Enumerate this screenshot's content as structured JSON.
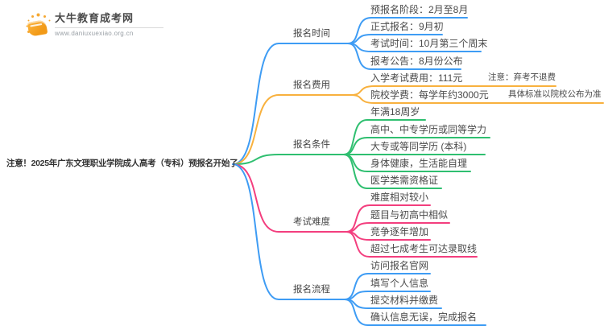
{
  "logo": {
    "name": "大牛教育成考网",
    "url": "www.daniuxuexiao.org.cn",
    "icon": "book-sunrise-icon"
  },
  "root_title": "注意！2025年广东文理职业学院成人高考（专科）预报名开始了",
  "palette": {
    "blue": "#3E9CF4",
    "orange": "#F8B13E",
    "green": "#2FBF70",
    "pink": "#F33E7E",
    "text": "#4a4a4a"
  },
  "branches": [
    {
      "id": "signup-time",
      "label": "报名时间",
      "color": "blue",
      "children": [
        {
          "text": "预报名阶段：2月至8月"
        },
        {
          "text": "正式报名：9月初"
        },
        {
          "text": "考试时间：10月第三个周末"
        },
        {
          "text": "报考公告：8月份公布"
        }
      ]
    },
    {
      "id": "signup-fee",
      "label": "报名费用",
      "color": "orange",
      "children": [
        {
          "text": "入学考试费用：111元",
          "note": "注意：弃考不退费"
        },
        {
          "text": "院校学费：每学年约3000元",
          "note": "具体标准以院校公布为准"
        }
      ]
    },
    {
      "id": "signup-conditions",
      "label": "报名条件",
      "color": "green",
      "children": [
        {
          "text": "年满18周岁"
        },
        {
          "text": "高中、中专学历或同等学力"
        },
        {
          "text": "大专或等同学历 (本科)"
        },
        {
          "text": "身体健康，生活能自理"
        },
        {
          "text": "医学类需资格证"
        }
      ]
    },
    {
      "id": "exam-difficulty",
      "label": "考试难度",
      "color": "pink",
      "children": [
        {
          "text": "难度相对较小"
        },
        {
          "text": "题目与初高中相似"
        },
        {
          "text": "竞争逐年增加"
        },
        {
          "text": "超过七成考生可达录取线"
        }
      ]
    },
    {
      "id": "signup-process",
      "label": "报名流程",
      "color": "blue",
      "children": [
        {
          "text": "访问报名官网"
        },
        {
          "text": "填写个人信息"
        },
        {
          "text": "提交材料并缴费"
        },
        {
          "text": "确认信息无误，完成报名"
        }
      ]
    }
  ]
}
